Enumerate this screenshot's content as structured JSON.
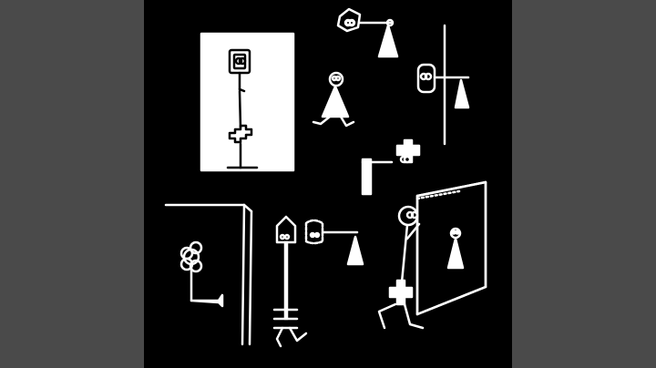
{
  "colors": {
    "letterbox": "#4a4a4a",
    "background": "#000000",
    "ink": "#ffffff"
  },
  "artwork": {
    "kind": "square album-cover style illustration",
    "elements": [
      "door-window-with-key-figure",
      "keyhole-creature-on-handle",
      "door-edge-with-handle",
      "walking-keyhole-figure",
      "cross-headed-creature-on-handle",
      "doorway-with-key",
      "house-head-skeleton-key",
      "dark-keyhole-handle",
      "open-door-with-keyhole",
      "stick-figure-peeking"
    ]
  }
}
